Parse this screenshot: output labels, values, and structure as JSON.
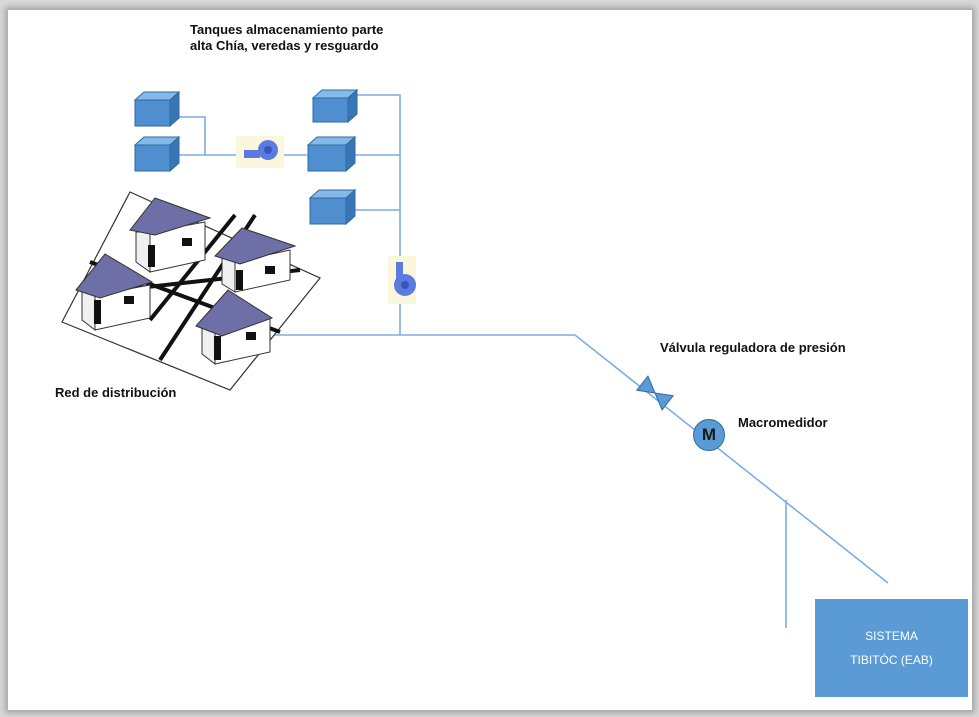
{
  "labels": {
    "tanks": "Tanques almacenamiento parte alta Chía, veredas y resguardo",
    "distribution": "Red de distribución",
    "valve": "Válvula reguladora de presión",
    "macrometer": "Macromedidor",
    "meter_symbol": "M"
  },
  "system_box": {
    "line1": "SISTEMA",
    "line2": "TIBITÓC (EAB)"
  },
  "colors": {
    "pipe": "#5b9bd5",
    "tank_fill": "#4f8fd0",
    "box_fill": "#5b9bd5",
    "roof": "#6f6fa8"
  }
}
